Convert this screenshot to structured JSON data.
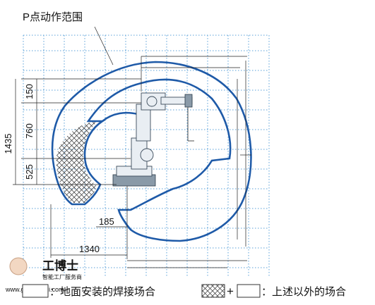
{
  "title": "P点动作范围",
  "dimensions": {
    "d150": "150",
    "d760": "760",
    "d525": "525",
    "d1435": "1435",
    "d185": "185",
    "d1340": "1340"
  },
  "legend": {
    "floor_label": "：地面安装的焊接场合",
    "other_plus": "+",
    "other_label": "：上述以外的场合"
  },
  "watermark": {
    "brand": "工博士",
    "slogan": "智能工厂服务商",
    "url": "www.gongboshi.com"
  },
  "colors": {
    "envelope": "#1e5aa8",
    "grid": "#5aa0d8",
    "hatch": "#333333"
  }
}
